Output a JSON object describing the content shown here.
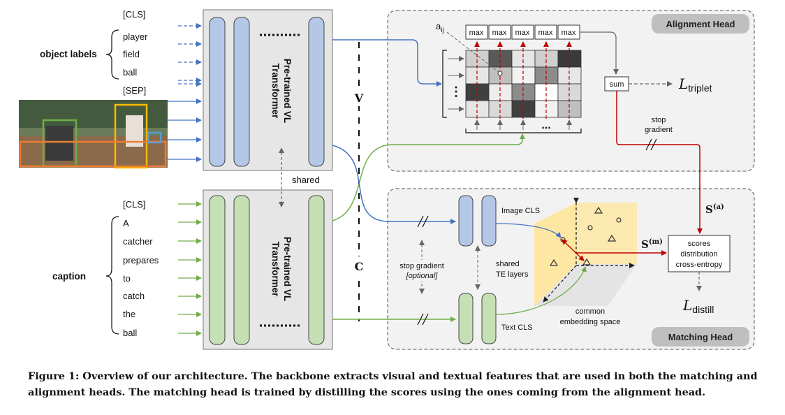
{
  "object_labels": {
    "heading": "object labels",
    "tokens": [
      "[CLS]",
      "player",
      "field",
      "ball",
      "[SEP]"
    ]
  },
  "caption_input": {
    "heading": "caption",
    "tokens": [
      "[CLS]",
      "A",
      "catcher",
      "prepares",
      "to",
      "catch",
      "the",
      "ball"
    ]
  },
  "backbone": {
    "visual_label_line1": "Pre-trained VL",
    "visual_label_line2": "Transformer",
    "text_label_line1": "Pre-trained VL",
    "text_label_line2": "Transformer",
    "shared": "shared",
    "v_letter": "V",
    "c_letter": "C"
  },
  "alignment_head": {
    "title": "Alignment Head",
    "max_boxes": [
      "max",
      "max",
      "max",
      "max",
      "max"
    ],
    "aij": "a",
    "aij_sub": "ij",
    "sum": "sum",
    "loss": "L",
    "loss_sub": "triplet",
    "stop_gradient_line1": "stop",
    "stop_gradient_line2": "gradient",
    "ellipsis": "..."
  },
  "matching_head": {
    "title": "Matching Head",
    "image_cls": "Image CLS",
    "text_cls": "Text CLS",
    "shared_te_line1": "shared",
    "shared_te_line2": "TE layers",
    "stop_gradient": "stop gradient",
    "optional": "[optional]",
    "embedding_line1": "common",
    "embedding_line2": "embedding space",
    "scores_line1": "scores",
    "scores_line2": "distribution",
    "scores_line3": "cross-entropy",
    "s_a": "S",
    "s_a_sup": "(a)",
    "s_m": "S",
    "s_m_sup": "(m)",
    "loss": "L",
    "loss_sub": "distill"
  },
  "colors": {
    "blue": "#4472c4",
    "green": "#70ad47",
    "red": "#c00000",
    "blue_fill": "#b4c7e7",
    "green_fill": "#c5e0b4",
    "yellow": "#ffe699"
  },
  "figure_caption": "Figure 1: Overview of our architecture. The backbone extracts visual and textual features that are used in both the matching and alignment heads. The matching head is trained by distilling the scores using the ones coming from the alignment head."
}
